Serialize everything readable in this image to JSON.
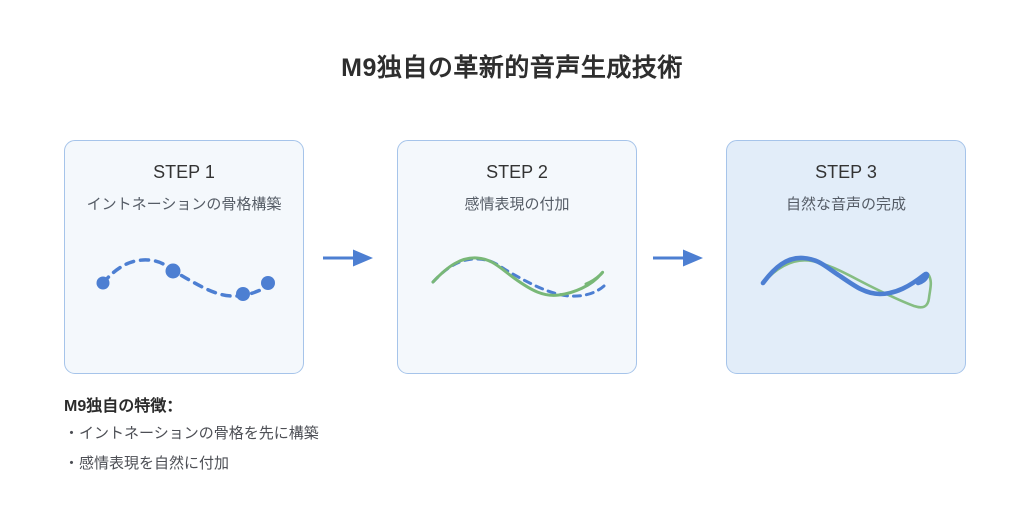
{
  "title": "M9独自の革新的音声生成技術",
  "steps": [
    {
      "label": "STEP 1",
      "subtitle": "イントネーションの骨格構築",
      "curve": "dashed-skeleton-with-anchor-dots"
    },
    {
      "label": "STEP 2",
      "subtitle": "感情表現の付加",
      "curve": "green-emotion-over-dashed-skeleton"
    },
    {
      "label": "STEP 3",
      "subtitle": "自然な音声の完成",
      "curve": "blue-and-green-blended-waves"
    }
  ],
  "arrows": [
    {
      "icon": "arrow-right-icon"
    },
    {
      "icon": "arrow-right-icon"
    }
  ],
  "features": {
    "heading": "M9独自の特徴：",
    "items": [
      "・イントネーションの骨格を先に構築",
      "・感情表現を自然に付加"
    ]
  },
  "colors": {
    "accent_blue": "#4d7fd2",
    "curve_green": "#79b877",
    "card_border": "#a6c4ea",
    "card_background": "#f4f8fc",
    "card_background_highlight": "#e2edf9",
    "title_text": "#2e2e2e",
    "subtitle_text": "#555c66"
  }
}
